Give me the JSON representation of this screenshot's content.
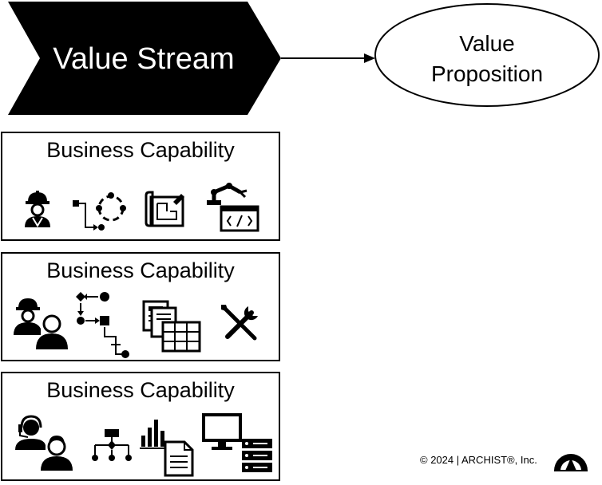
{
  "value_stream": {
    "label": "Value Stream"
  },
  "value_proposition": {
    "line1": "Value",
    "line2": "Proposition"
  },
  "capabilities": [
    {
      "title": "Business Capability",
      "icons": [
        "construction-worker-icon",
        "process-cycle-icon",
        "blueprint-icon",
        "robot-arm-code-icon"
      ]
    },
    {
      "title": "Business Capability",
      "icons": [
        "worker-and-person-icon",
        "workflow-steps-icon",
        "documents-table-icon",
        "wrench-screwdriver-icon"
      ]
    },
    {
      "title": "Business Capability",
      "icons": [
        "support-agent-user-icon",
        "org-hierarchy-icon",
        "chart-report-icon",
        "monitor-server-icon"
      ]
    }
  ],
  "footer": {
    "copyright": "© 2024 | ARCHIST®, Inc."
  }
}
